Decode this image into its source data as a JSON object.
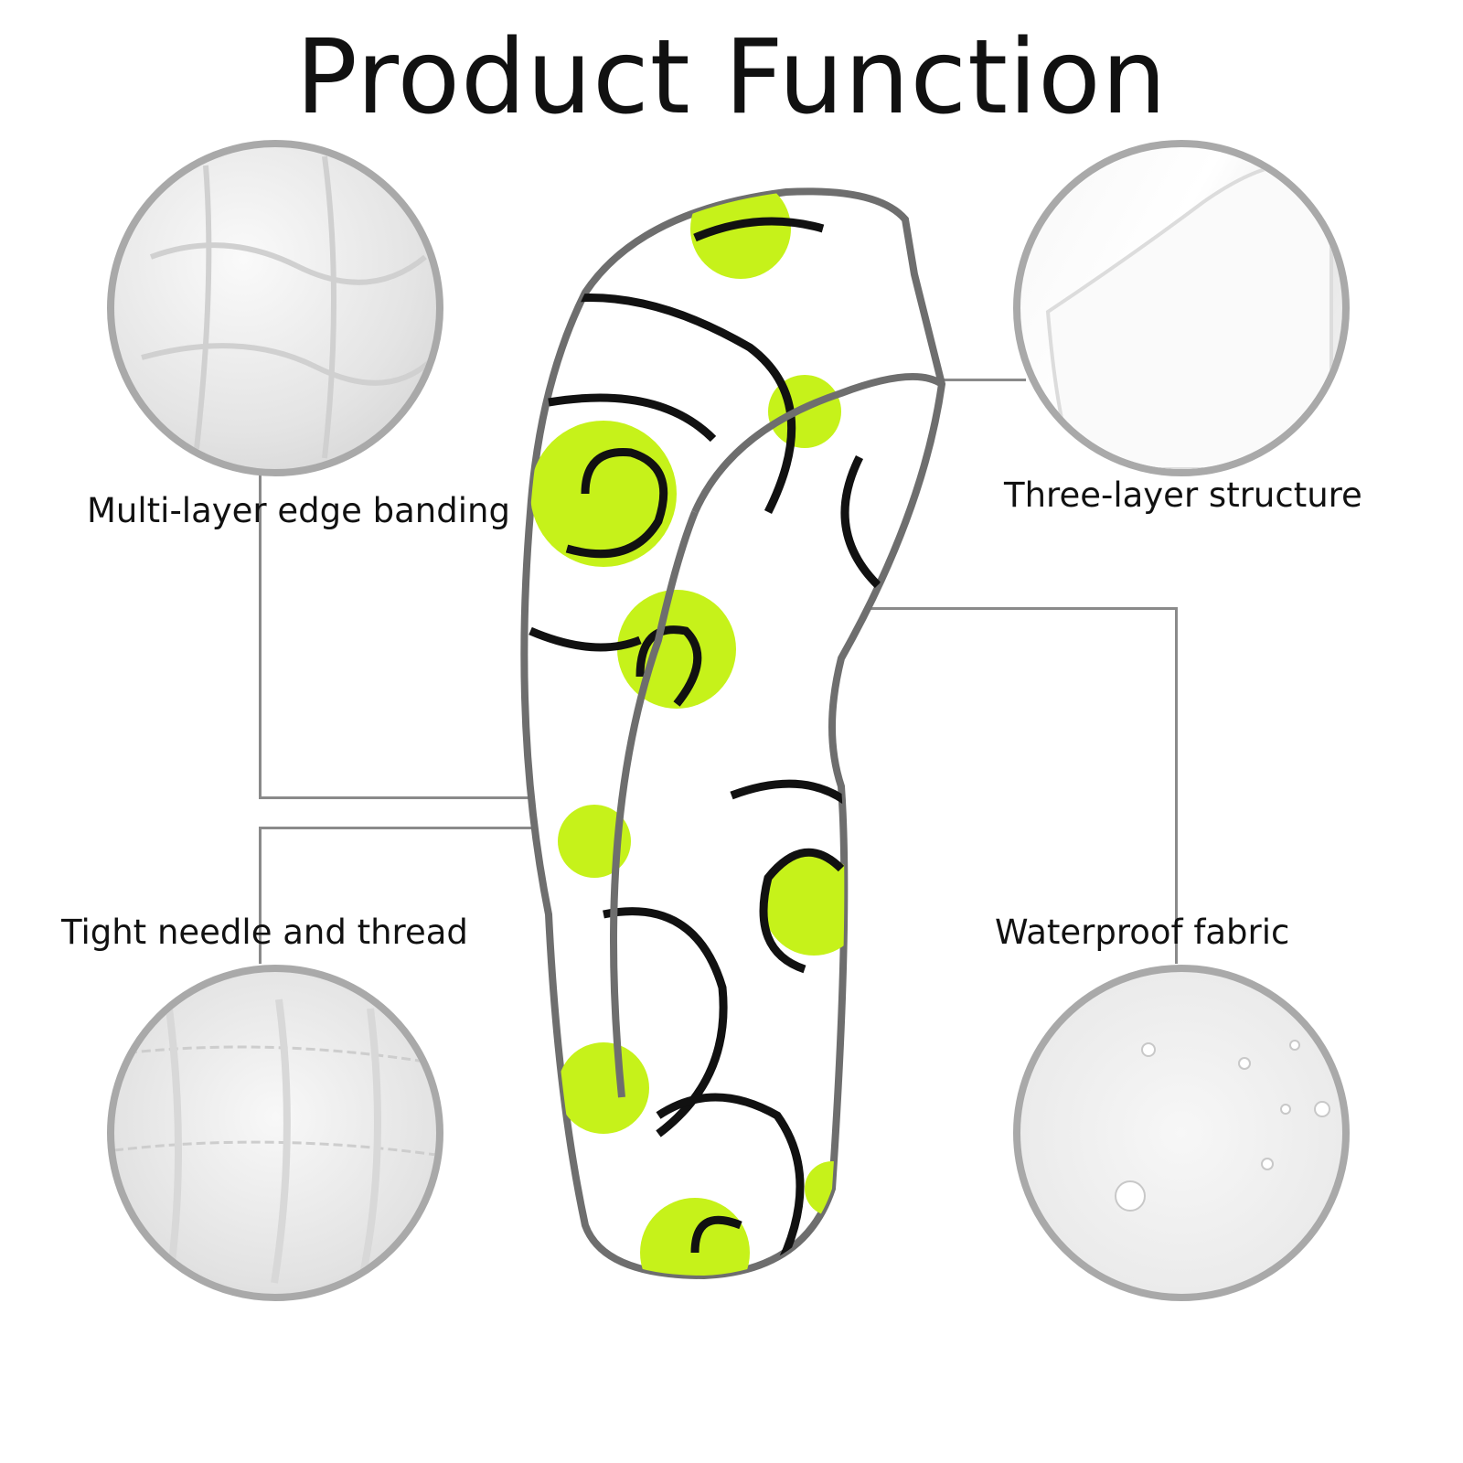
{
  "title": "Product Function",
  "features": [
    {
      "label": "Multi-layer edge banding"
    },
    {
      "label": "Three-layer structure"
    },
    {
      "label": "Tight needle and thread"
    },
    {
      "label": "Waterproof fabric"
    }
  ],
  "colors": {
    "accent": "#c6f21a",
    "edge": "#6e6e6e",
    "ring": "#a9a9a9"
  }
}
